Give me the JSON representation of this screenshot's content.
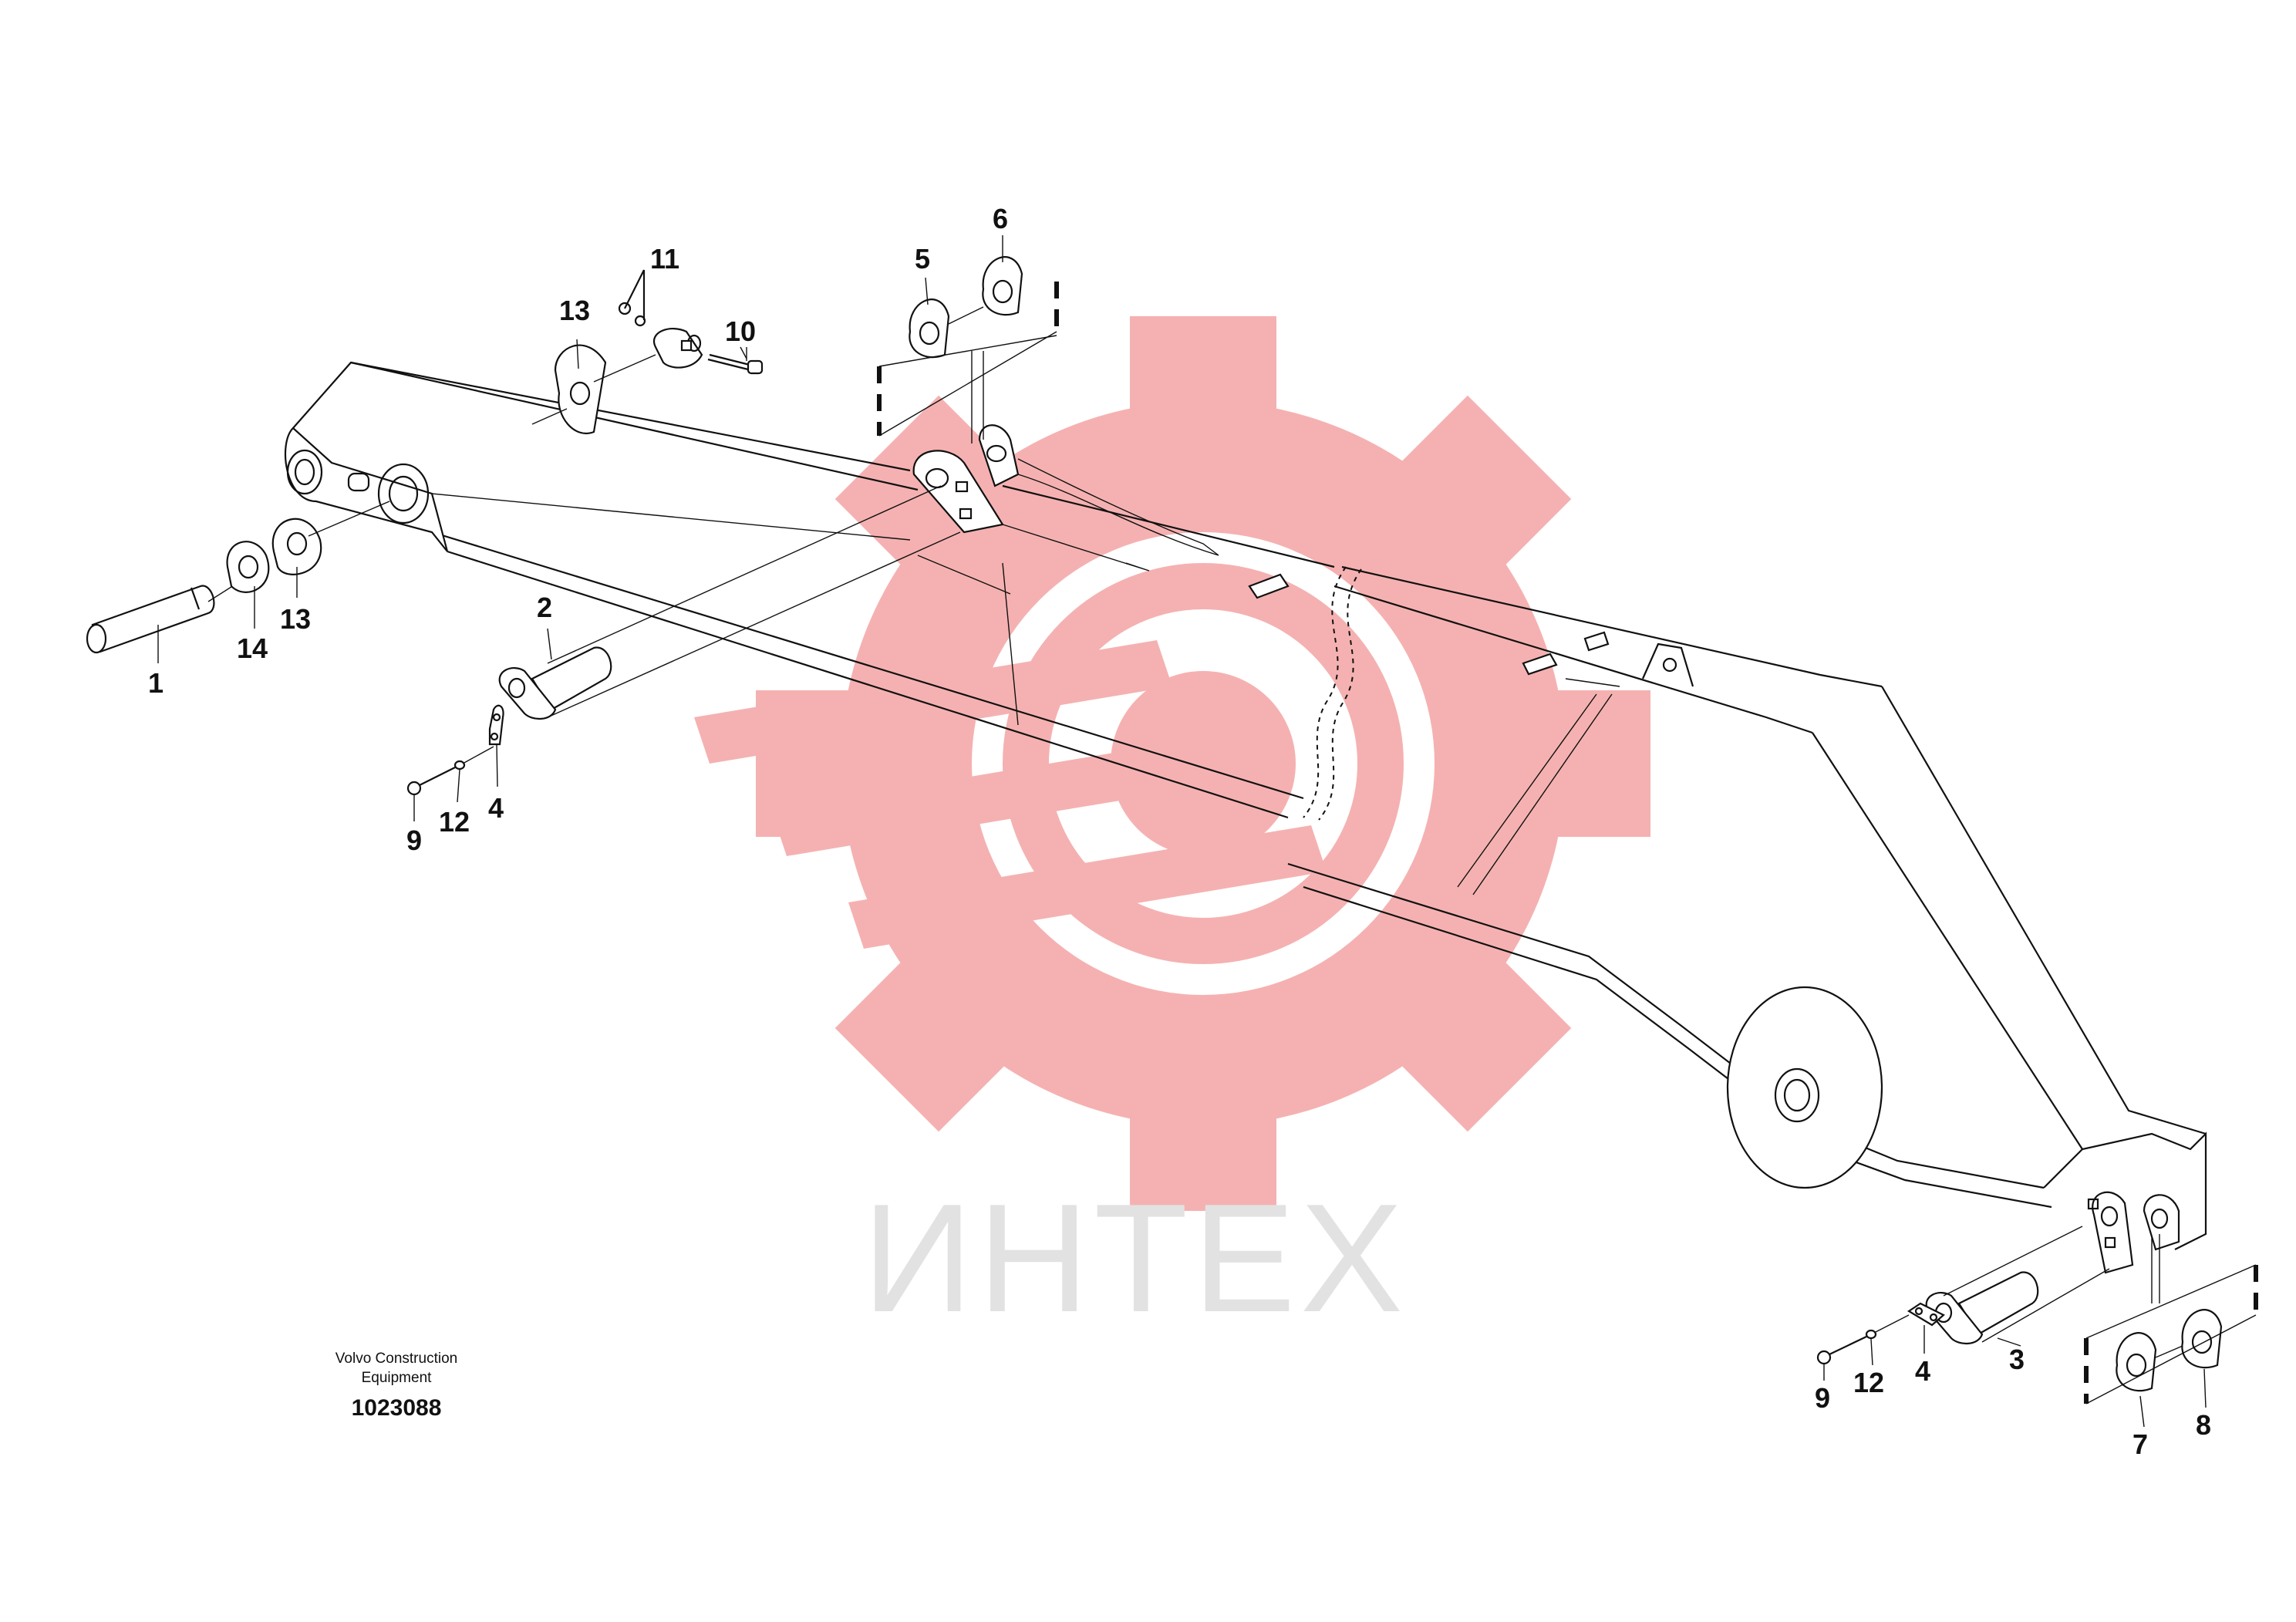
{
  "watermark": {
    "text": "ИНТЕХ",
    "gear_color": "#f4a9a9",
    "text_color": "#e2e2e2"
  },
  "caption": {
    "manufacturer_line1": "Volvo Construction",
    "manufacturer_line2": "Equipment",
    "drawing_number": "1023088"
  },
  "callouts": [
    {
      "id": "c1",
      "label": "1"
    },
    {
      "id": "c2",
      "label": "2"
    },
    {
      "id": "c3",
      "label": "3"
    },
    {
      "id": "c4a",
      "label": "4"
    },
    {
      "id": "c4b",
      "label": "4"
    },
    {
      "id": "c5",
      "label": "5"
    },
    {
      "id": "c6",
      "label": "6"
    },
    {
      "id": "c7",
      "label": "7"
    },
    {
      "id": "c8",
      "label": "8"
    },
    {
      "id": "c9a",
      "label": "9"
    },
    {
      "id": "c9b",
      "label": "9"
    },
    {
      "id": "c10",
      "label": "10"
    },
    {
      "id": "c11",
      "label": "11"
    },
    {
      "id": "c12a",
      "label": "12"
    },
    {
      "id": "c12b",
      "label": "12"
    },
    {
      "id": "c13a",
      "label": "13"
    },
    {
      "id": "c13b",
      "label": "13"
    },
    {
      "id": "c14",
      "label": "14"
    }
  ]
}
